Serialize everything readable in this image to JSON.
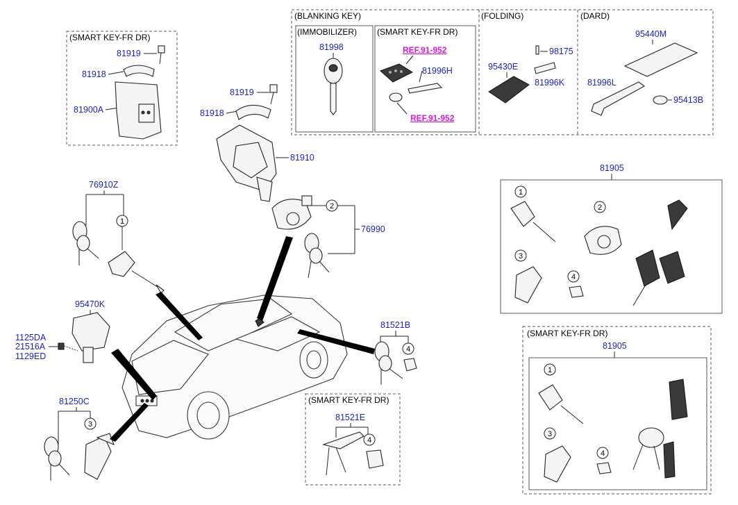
{
  "groups": {
    "smart_key_fr_dr_top": "(SMART KEY-FR DR)",
    "blanking_key": "(BLANKING KEY)",
    "immobilizer": "(IMMOBILIZER)",
    "smart_key_fr_dr_blank": "(SMART KEY-FR DR)",
    "folding": "(FOLDING)",
    "dard": "(DARD)",
    "smart_key_fr_dr_bottom_left": "(SMART KEY-FR DR)",
    "smart_key_fr_dr_bottom_right": "(SMART KEY-FR DR)"
  },
  "parts": {
    "p81919_a": "81919",
    "p81918_a": "81918",
    "p81900A": "81900A",
    "p81919_b": "81919",
    "p81918_b": "81918",
    "p81910": "81910",
    "p76990": "76990",
    "p76910Z": "76910Z",
    "p95470K": "95470K",
    "p1125DA": "1125DA",
    "p21516A": "21516A",
    "p1129ED": "1129ED",
    "p81250C": "81250C",
    "p81521B": "81521B",
    "p81521E": "81521E",
    "p81998": "81998",
    "ref_a": "REF.91-952",
    "ref_b": "REF.91-952",
    "p81996H": "81996H",
    "p95430E": "95430E",
    "p98175": "98175",
    "p81996K": "81996K",
    "p95440M": "95440M",
    "p81996L": "81996L",
    "p95413B": "95413B",
    "p81905_a": "81905",
    "p81905_b": "81905"
  },
  "callouts": {
    "c1": "1",
    "c2": "2",
    "c3": "3",
    "c4": "4"
  }
}
